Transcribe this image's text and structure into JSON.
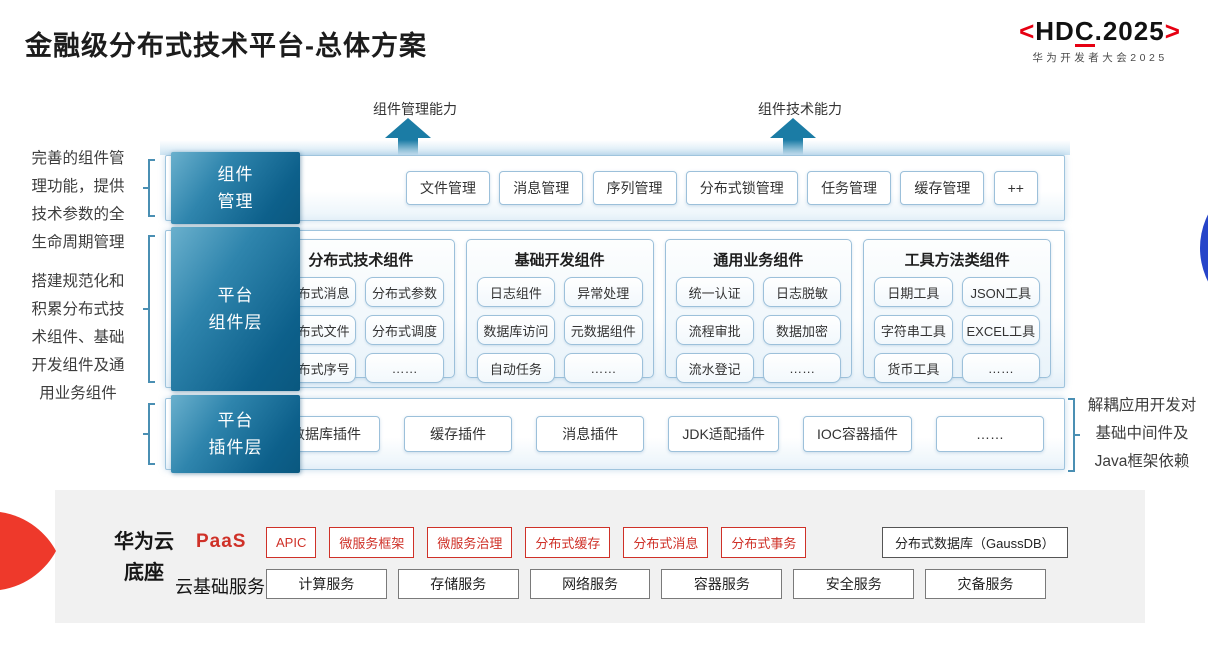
{
  "header": {
    "title": "金融级分布式技术平台-总体方案"
  },
  "logo": {
    "bracket_left": "<",
    "pre": "HD",
    "c": "C",
    "post": ".2025",
    "bracket_right": ">",
    "subtitle": "华为开发者大会2025"
  },
  "arrows": {
    "left_label": "组件管理能力",
    "right_label": "组件技术能力"
  },
  "left_notes": {
    "note1": {
      "lines": [
        "完善的组件管",
        "理功能，提供",
        "技术参数的全",
        "生命周期管理"
      ]
    },
    "note2": {
      "lines": [
        "搭建规范化和",
        "积累分布式技",
        "术组件、基础",
        "开发组件及通",
        "用业务组件"
      ]
    }
  },
  "right_note": {
    "lines": [
      "解耦应用开发对",
      "基础中间件及",
      "Java框架依赖"
    ]
  },
  "management": {
    "label_line1": "组件",
    "label_line2": "管理",
    "items": [
      "文件管理",
      "消息管理",
      "序列管理",
      "分布式锁管理",
      "任务管理",
      "缓存管理",
      "++"
    ]
  },
  "platform_components": {
    "label_line1": "平台",
    "label_line2": "组件层",
    "groups": [
      {
        "title": "分布式技术组件",
        "items": [
          "分布式消息",
          "分布式参数",
          "分布式文件",
          "分布式调度",
          "分布式序号",
          "……"
        ]
      },
      {
        "title": "基础开发组件",
        "items": [
          "日志组件",
          "异常处理",
          "数据库访问",
          "元数据组件",
          "自动任务",
          "……"
        ]
      },
      {
        "title": "通用业务组件",
        "items": [
          "统一认证",
          "日志脱敏",
          "流程审批",
          "数据加密",
          "流水登记",
          "……"
        ]
      },
      {
        "title": "工具方法类组件",
        "items": [
          "日期工具",
          "JSON工具",
          "字符串工具",
          "EXCEL工具",
          "货币工具",
          "……"
        ]
      }
    ]
  },
  "plugins": {
    "label_line1": "平台",
    "label_line2": "插件层",
    "items": [
      "数据库插件",
      "缓存插件",
      "消息插件",
      "JDK适配插件",
      "IOC容器插件",
      "……"
    ]
  },
  "foundation": {
    "label_line1": "华为云",
    "label_line2": "底座",
    "paas_label": "PaaS",
    "paas_items": [
      "APIC",
      "微服务框架",
      "微服务治理",
      "分布式缓存",
      "分布式消息",
      "分布式事务"
    ],
    "paas_plain_item": "分布式数据库（GaussDB）",
    "iaas_label": "云基础服务",
    "iaas_items": [
      "计算服务",
      "存储服务",
      "网络服务",
      "容器服务",
      "安全服务",
      "灾备服务"
    ]
  },
  "colors": {
    "accent_teal": "#1b7ca5",
    "label_gradient_dark": "#0d608b",
    "border_blue": "#9cc0da",
    "brand_red": "#e60012",
    "paas_red": "#cf3128",
    "foundation_bg": "#f1f1f1",
    "blue_dot": "#2745c9"
  }
}
